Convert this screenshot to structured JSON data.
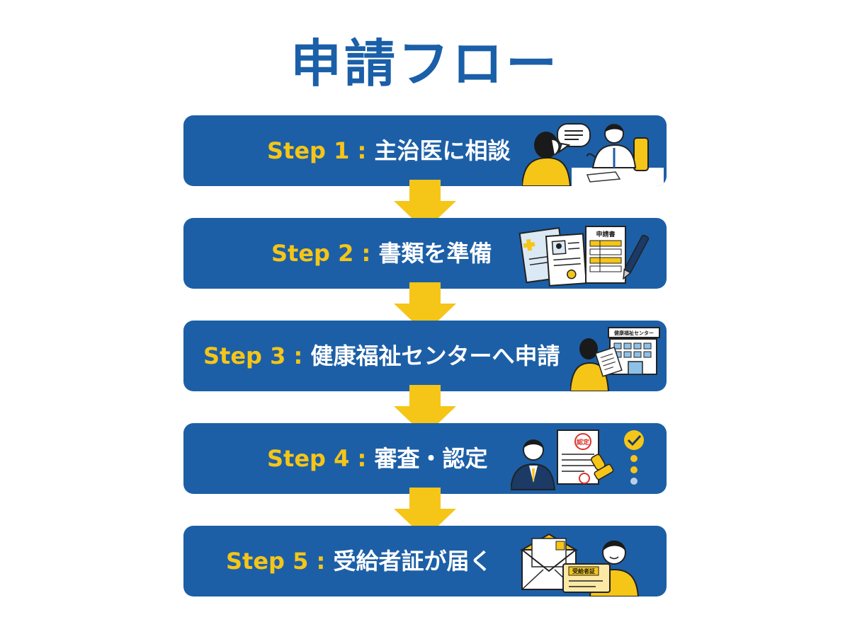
{
  "title": "申請フロー",
  "colors": {
    "title": "#1a5fa8",
    "box": "#1c5fa6",
    "accent": "#f5c518",
    "text": "#ffffff"
  },
  "steps": [
    {
      "num": "Step 1 : ",
      "text": "主治医に相談",
      "icon": "doctor-consultation-icon"
    },
    {
      "num": "Step 2 : ",
      "text": "書類を準備",
      "icon": "documents-icon"
    },
    {
      "num": "Step 3 : ",
      "text": "健康福祉センターへ申請",
      "icon": "welfare-center-icon",
      "sign": "健康福祉センター"
    },
    {
      "num": "Step 4 : ",
      "text": "審査・認定",
      "icon": "approval-stamp-icon",
      "stamp": "認定"
    },
    {
      "num": "Step 5 : ",
      "text": "受給者証が届く",
      "icon": "mail-certificate-icon",
      "card": "受給者証"
    }
  ],
  "documents": {
    "form_title": "申請書"
  }
}
